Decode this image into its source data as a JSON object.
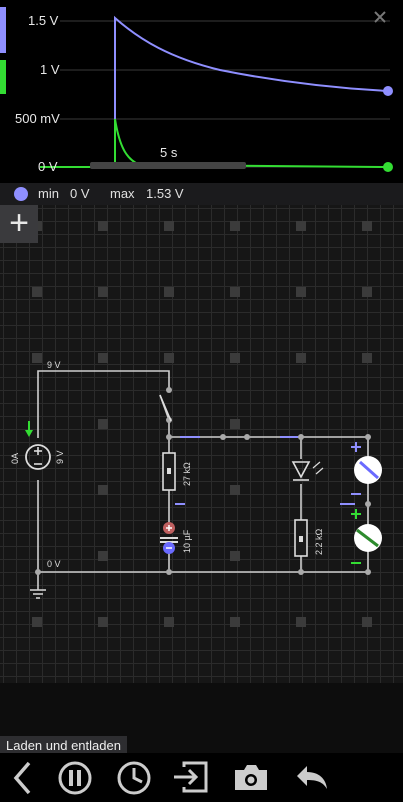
{
  "scope": {
    "y_labels": [
      "1.5 V",
      "1 V",
      "500 mV",
      "0 V"
    ],
    "time_label": "5 s",
    "colors": {
      "voltage": "#8f8fff",
      "current": "#33dd33"
    }
  },
  "legend": {
    "min_label": "min",
    "min_value": "0 V",
    "max_label": "max",
    "max_value": "1.53 V"
  },
  "board": {
    "add_button": "+",
    "source_left_label": "0A",
    "source_right_label": "9 V",
    "top_wire_label": "9 V",
    "bottom_wire_label": "0 V",
    "resistor1_label": "27 kΩ",
    "capacitor_label": "10 µF",
    "resistor2_label": "2.2 kΩ"
  },
  "title_tag": "Laden und entladen",
  "toolbar": {
    "icons": [
      "back-icon",
      "pause-icon",
      "clock-icon",
      "import-icon",
      "camera-icon",
      "undo-icon"
    ]
  }
}
